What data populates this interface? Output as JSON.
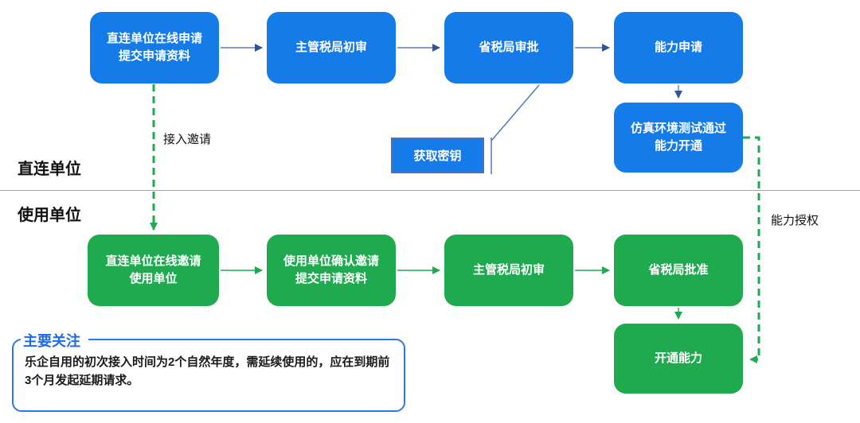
{
  "colors": {
    "process_blue": "#147BE9",
    "process_green": "#1FAA50",
    "connector_blue": "#4472C4",
    "connector_blue_head": "#2E5597",
    "connector_green": "#1FAA50",
    "note_border_blue": "#2E75E8",
    "note_title_blue": "#1B6AEF",
    "lane_divider": "#8FA9CF"
  },
  "lanes": {
    "top_label": "直连单位",
    "bottom_label": "使用单位"
  },
  "top_flow": {
    "steps": [
      {
        "label": "直连单位在线申请\n提交申请资料"
      },
      {
        "label": "主管税局初审"
      },
      {
        "label": "省税局审批"
      },
      {
        "label": "能力申请"
      },
      {
        "label": "仿真环境测试通过\n能力开通"
      }
    ],
    "callout_label": "获取密钥"
  },
  "bottom_flow": {
    "steps": [
      {
        "label": "直连单位在线邀请\n使用单位"
      },
      {
        "label": "使用单位确认邀请\n提交申请资料"
      },
      {
        "label": "主管税局初审"
      },
      {
        "label": "省税局批准"
      },
      {
        "label": "开通能力"
      }
    ]
  },
  "edge_labels": {
    "invite": "接入邀请",
    "authorize": "能力授权"
  },
  "note": {
    "title": "主要关注",
    "body": "乐企自用的初次接入时间为2个自然年度，需延续使用的，应在到期前3个月发起延期请求。"
  }
}
